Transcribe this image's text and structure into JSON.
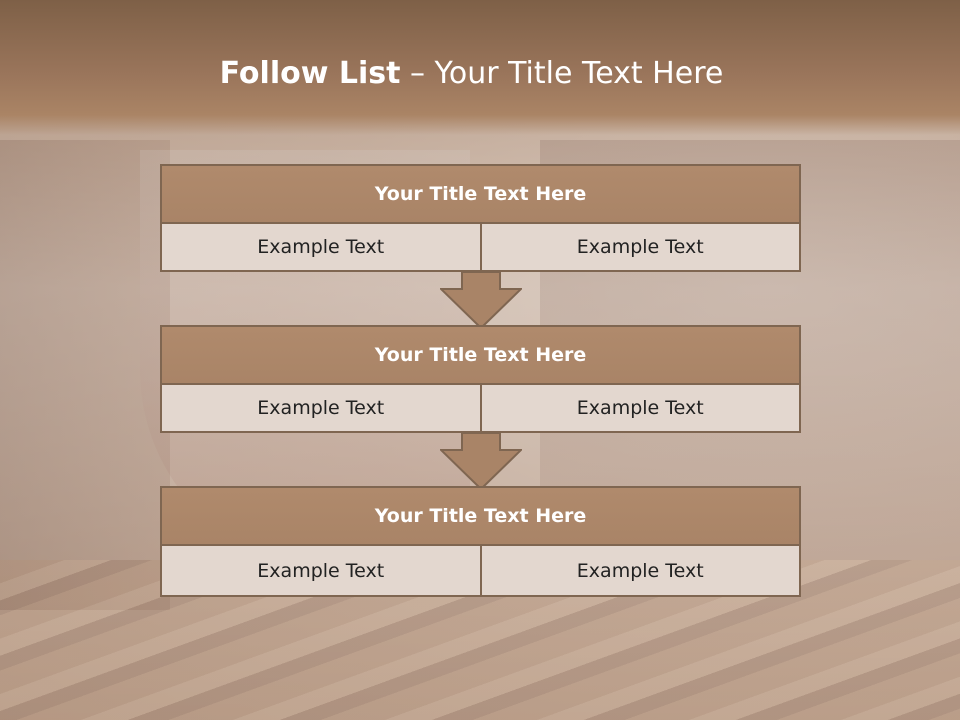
{
  "slide": {
    "title_bold": "Follow List",
    "title_rest": " – Your Title Text Here"
  },
  "blocks": [
    {
      "title": "Your Title Text Here",
      "cells": [
        "Example Text",
        "Example Text"
      ]
    },
    {
      "title": "Your Title Text Here",
      "cells": [
        "Example Text",
        "Example Text"
      ]
    },
    {
      "title": "Your Title Text Here",
      "cells": [
        "Example Text",
        "Example Text"
      ]
    }
  ],
  "colors": {
    "header_fill": "#a98467",
    "border": "#7f6651",
    "cell_fill": "#e3d7cf",
    "title_bar": "#8c6a50"
  }
}
